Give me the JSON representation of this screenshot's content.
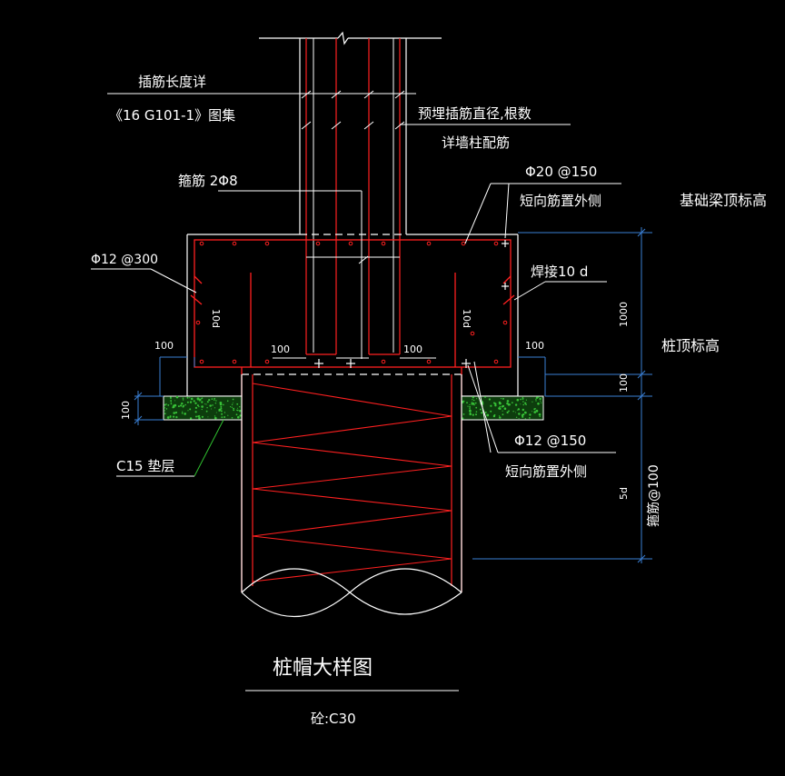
{
  "title": "桩帽大样图",
  "subtitle": "砼:C30",
  "labels": {
    "dowel_length_1": "插筋长度详",
    "dowel_length_2": "《16 G101-1》图集",
    "embedded_1": "预埋插筋直径,根数",
    "embedded_2": "详墙柱配筋",
    "stirrup": "箍筋 2Φ8",
    "top_bar_1": "Φ20 @150",
    "top_bar_2": "短向筋置外侧",
    "beam_top": "基础梁顶标高",
    "side_bar": "Φ12 @300",
    "weld": "焊接10 d",
    "pile_top": "桩顶标高",
    "bottom_bar_1": "Φ12 @150",
    "bottom_bar_2": "短向筋置外侧",
    "cushion": "C15 垫层",
    "spiral": "箍筋@100"
  },
  "dims": {
    "anchor_left": "10d",
    "anchor_right": "10d",
    "inner_left": "100",
    "inner_right": "100",
    "edge_left": "100",
    "edge_right": "100",
    "cushion_thk": "100",
    "cap_height": "1000",
    "embed": "100",
    "pile_zone": "5d"
  },
  "colors": {
    "line_white": "#ffffff",
    "rebar_red": "#ff2020",
    "dim_blue": "#3a7fd5",
    "leader_green": "#2fc02f",
    "cushion_green": "#1c6b1c"
  }
}
